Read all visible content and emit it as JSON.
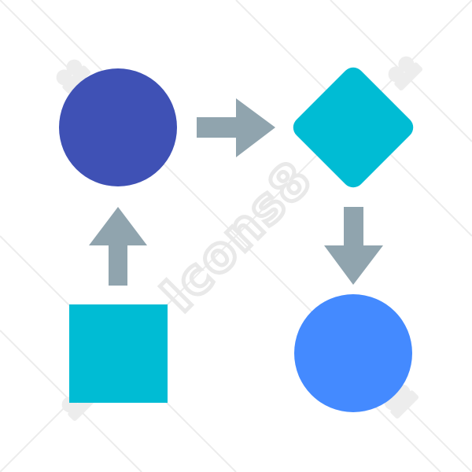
{
  "watermark": {
    "text": "Icons8",
    "color": "#e9e9e9"
  },
  "colors": {
    "dark_blue_circle": "#3f51b5",
    "cyan_diamond": "#00bcd4",
    "cyan_square": "#00bcd4",
    "light_blue_circle": "#448aff",
    "arrow_gray": "#90a4ae"
  },
  "nodes": [
    {
      "id": "start-square",
      "shape": "square",
      "icon": "square-shape"
    },
    {
      "id": "process-circle",
      "shape": "circle",
      "icon": "circle-shape"
    },
    {
      "id": "decision-diamond",
      "shape": "diamond",
      "icon": "diamond-shape"
    },
    {
      "id": "end-circle",
      "shape": "circle",
      "icon": "circle-shape"
    }
  ],
  "edges": [
    {
      "from": "start-square",
      "to": "process-circle",
      "direction": "up"
    },
    {
      "from": "process-circle",
      "to": "decision-diamond",
      "direction": "right"
    },
    {
      "from": "decision-diamond",
      "to": "end-circle",
      "direction": "down"
    }
  ]
}
